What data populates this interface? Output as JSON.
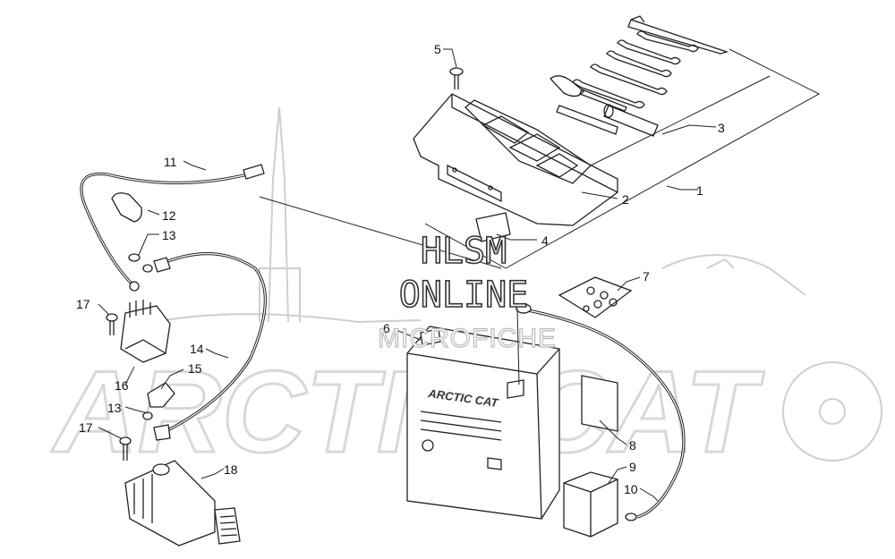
{
  "watermark": {
    "line1": "HLSM",
    "line2": "ONLINE",
    "line3": "MICROFICHE",
    "brand": "ARCTIC CAT"
  },
  "battery_label": "ARCTIC CAT",
  "callouts": [
    "1",
    "2",
    "3",
    "4",
    "5",
    "6",
    "7",
    "8",
    "9",
    "10",
    "11",
    "12",
    "13",
    "13",
    "14",
    "15",
    "16",
    "17",
    "17",
    "18"
  ]
}
